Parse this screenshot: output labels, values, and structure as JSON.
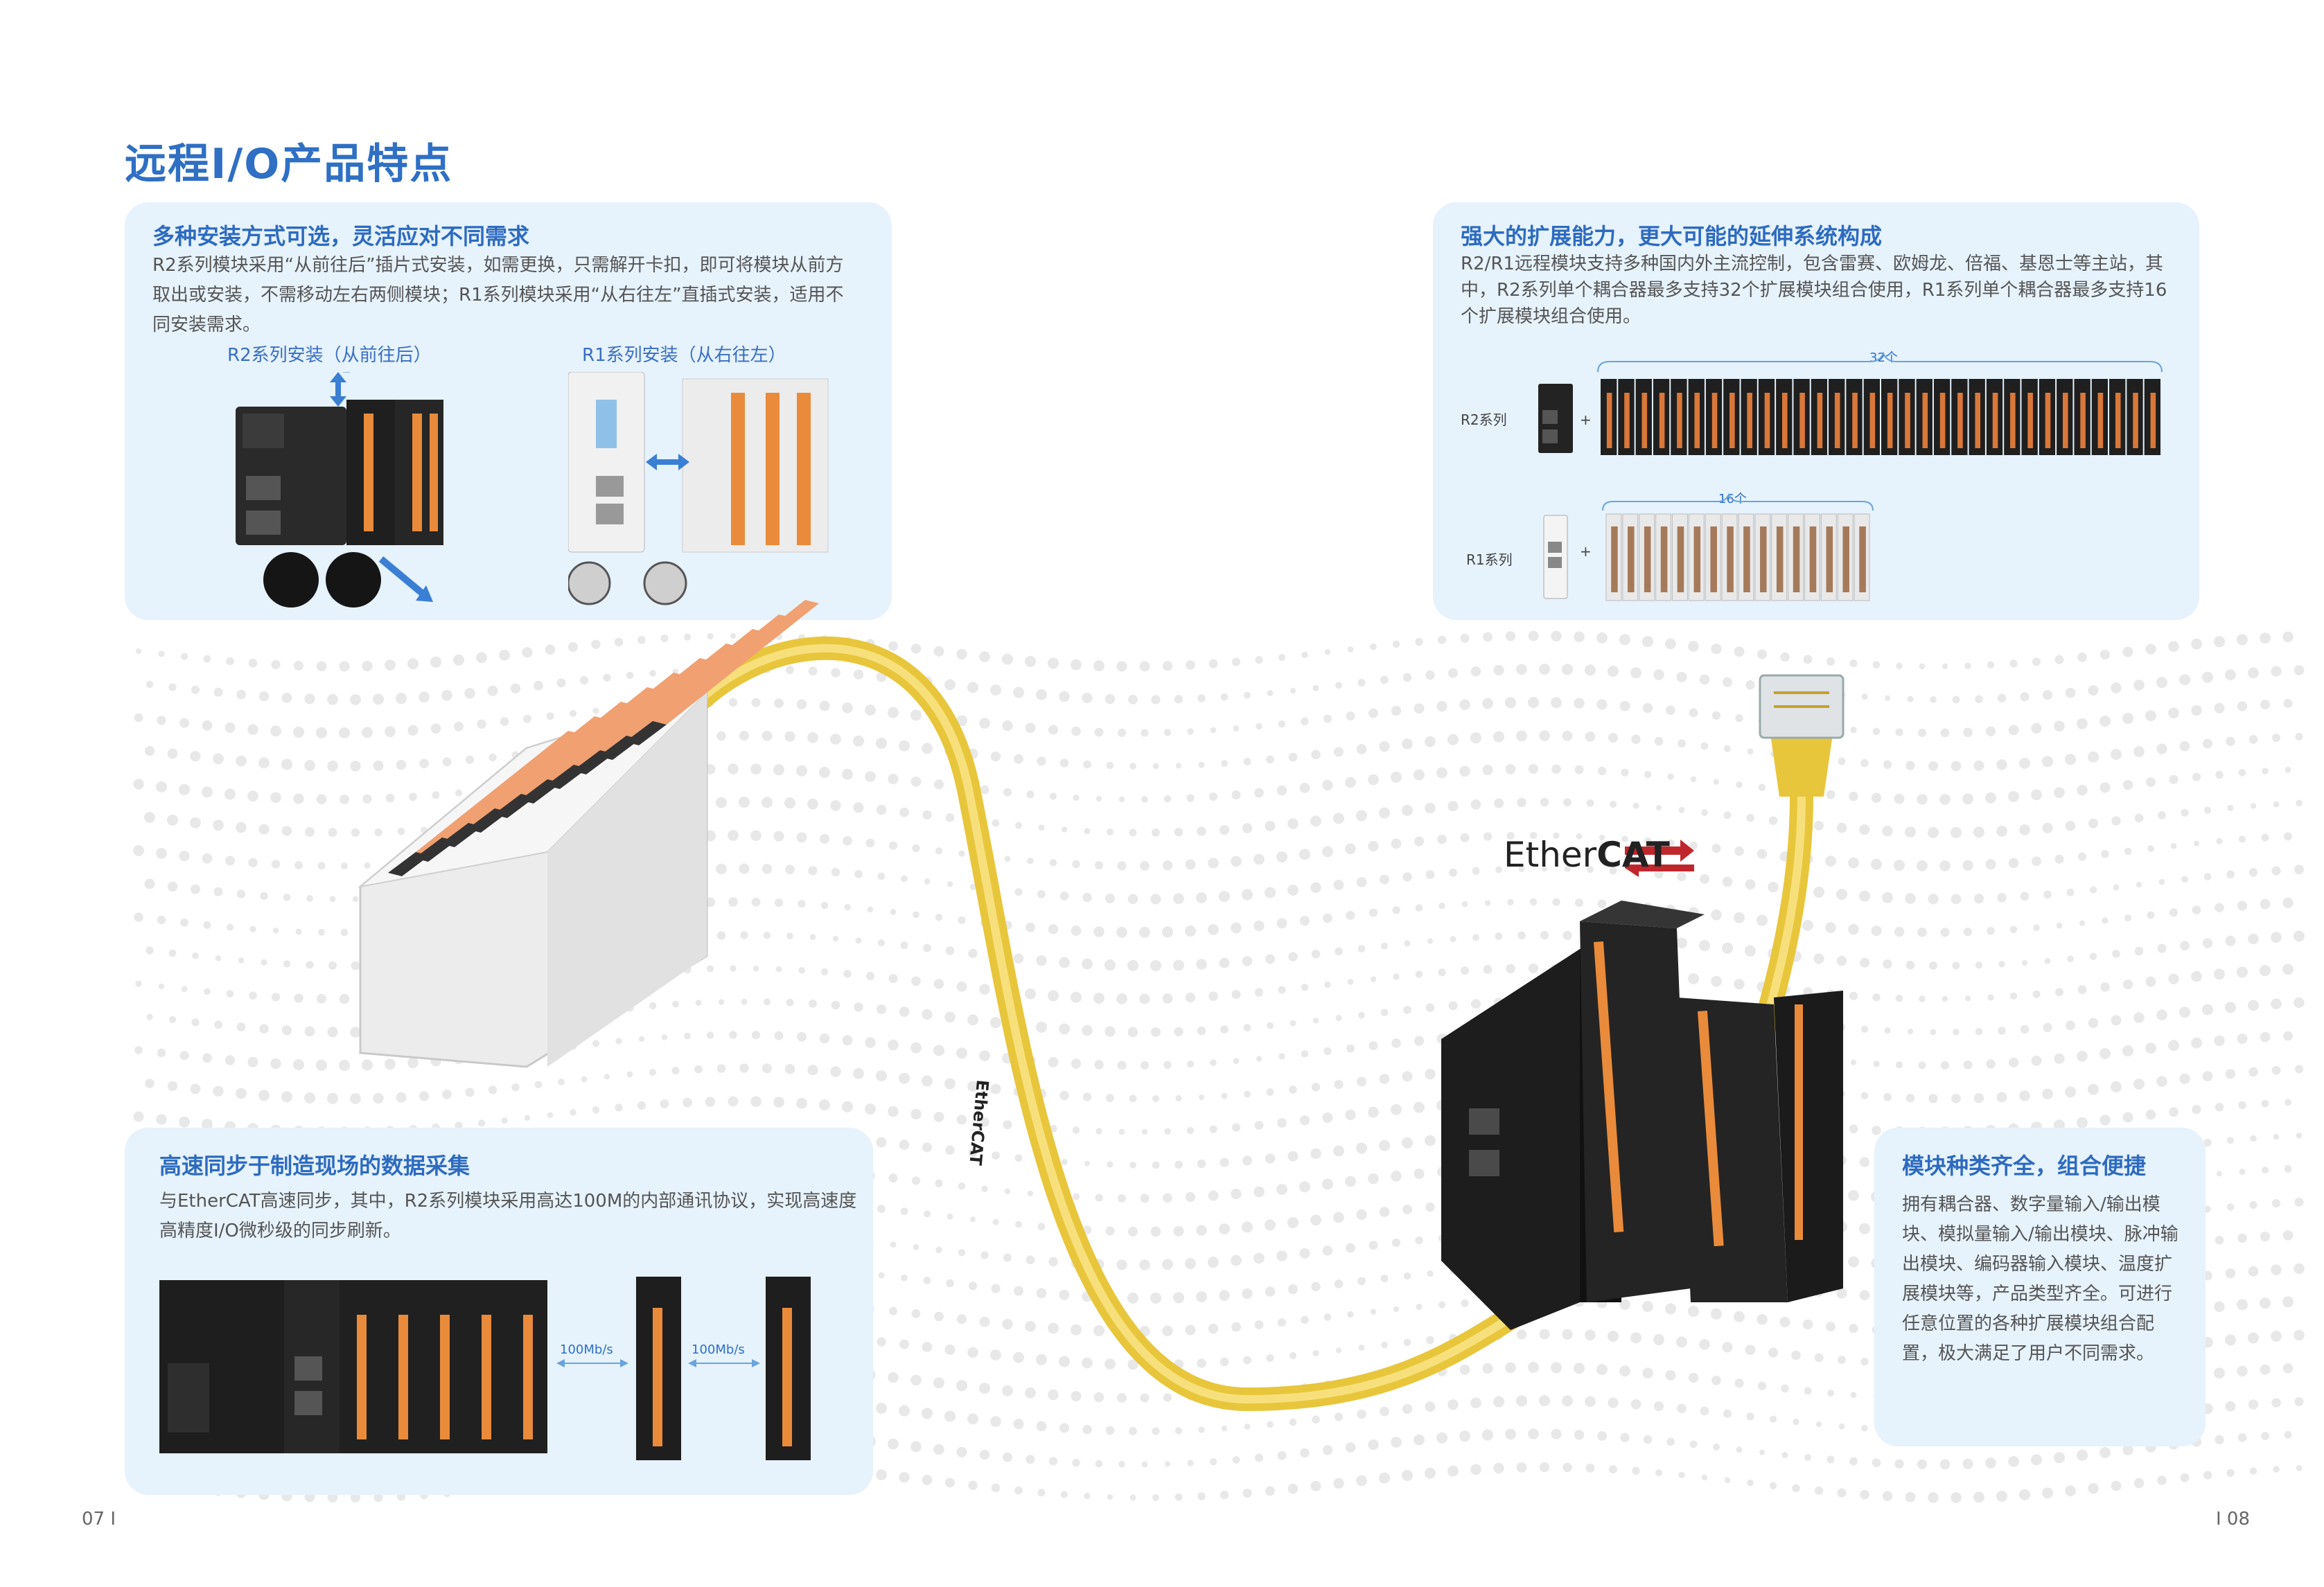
{
  "page": {
    "title": "远程I/O产品特点",
    "left_page_number": "07 I",
    "right_page_number": "I 08",
    "ethercat_logo": {
      "prefix": "Ether",
      "bold": "CAT"
    },
    "cable_print": "EtherCAT",
    "accent_color": "#2f6fc4",
    "card_bg_color": "#e6f2fc",
    "cable_color": "#f3d44a"
  },
  "install": {
    "title": "多种安装方式可选，灵活应对不同需求",
    "body": "R2系列模块采用“从前往后”插片式安装，如需更换，只需解开卡扣，即可将模块从前方取出或安装，不需移动左右两侧模块；R1系列模块采用“从右往左”直插式安装，适用不同安装需求。",
    "r2_caption": "R2系列安装（从前往后）",
    "r1_caption": "R1系列安装（从右往左）"
  },
  "expand": {
    "title": "强大的扩展能力，更大可能的延伸系统构成",
    "body": "R2/R1远程模块支持多种国内外主流控制，包含雷赛、欧姆龙、倍福、基恩士等主站，其中，R2系列单个耦合器最多支持32个扩展模块组合使用，R1系列单个耦合器最多支持16个扩展模块组合使用。",
    "r2_label": "R2系列",
    "r1_label": "R1系列",
    "plus": "+",
    "r2_count_label": "32个",
    "r1_count_label": "16个",
    "r2_count": 32,
    "r1_count": 16
  },
  "sync": {
    "title": "高速同步于制造现场的数据采集",
    "body": "与EtherCAT高速同步，其中，R2系列模块采用高达100M的内部通讯协议，实现高速度高精度I/O微秒级的同步刷新。",
    "link_label_1": "100Mb/s",
    "link_label_2": "100Mb/s"
  },
  "modules": {
    "title": "模块种类齐全，组合便捷",
    "body": "拥有耦合器、数字量输入/输出模块、模拟量输入/输出模块、脉冲输出模块、编码器输入模块、温度扩展模块等，产品类型齐全。可进行任意位置的各种扩展模块组合配置，极大满足了用户不同需求。"
  }
}
